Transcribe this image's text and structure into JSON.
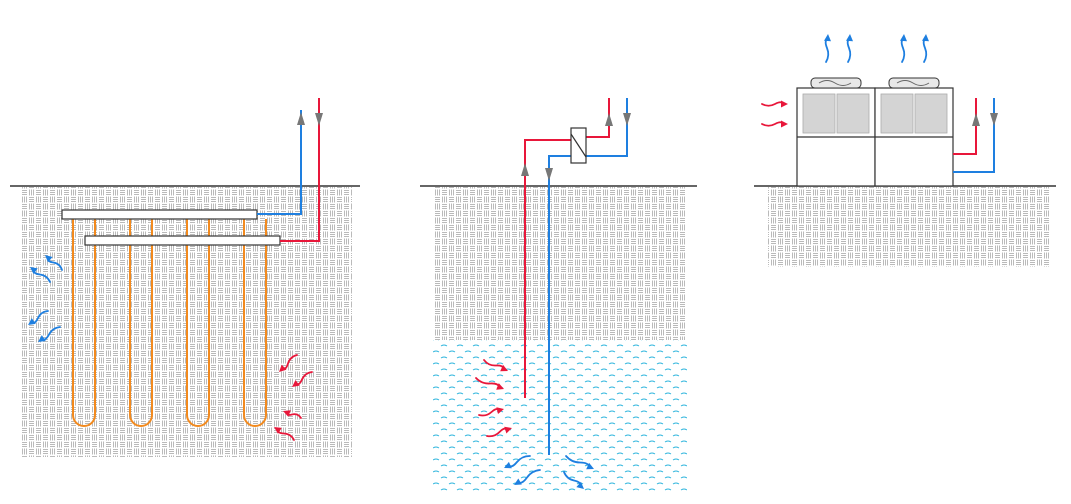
{
  "diagram": {
    "panels": [
      {
        "id": "ground-loop",
        "kind": "closed-loop-borehole-field",
        "borehole_count": 4
      },
      {
        "id": "open-loop",
        "kind": "open-loop-groundwater-with-heat-exchanger"
      },
      {
        "id": "air-source",
        "kind": "air-cooled-units",
        "unit_count": 2
      }
    ],
    "colors": {
      "supply_hot": "#e8173a",
      "return_cold": "#1e7fe0",
      "borehole_loop": "#f28a1e",
      "groundwater": "#2bb4dc",
      "ground_hatch": "#9a9a9a",
      "outline": "#333333",
      "unit_panel": "#d4d4d4",
      "arrowhead": "#777777"
    },
    "icons": [
      "wavy-heat-arrow-icon",
      "flow-arrow-icon",
      "heat-exchanger-icon",
      "fan-icon"
    ]
  }
}
